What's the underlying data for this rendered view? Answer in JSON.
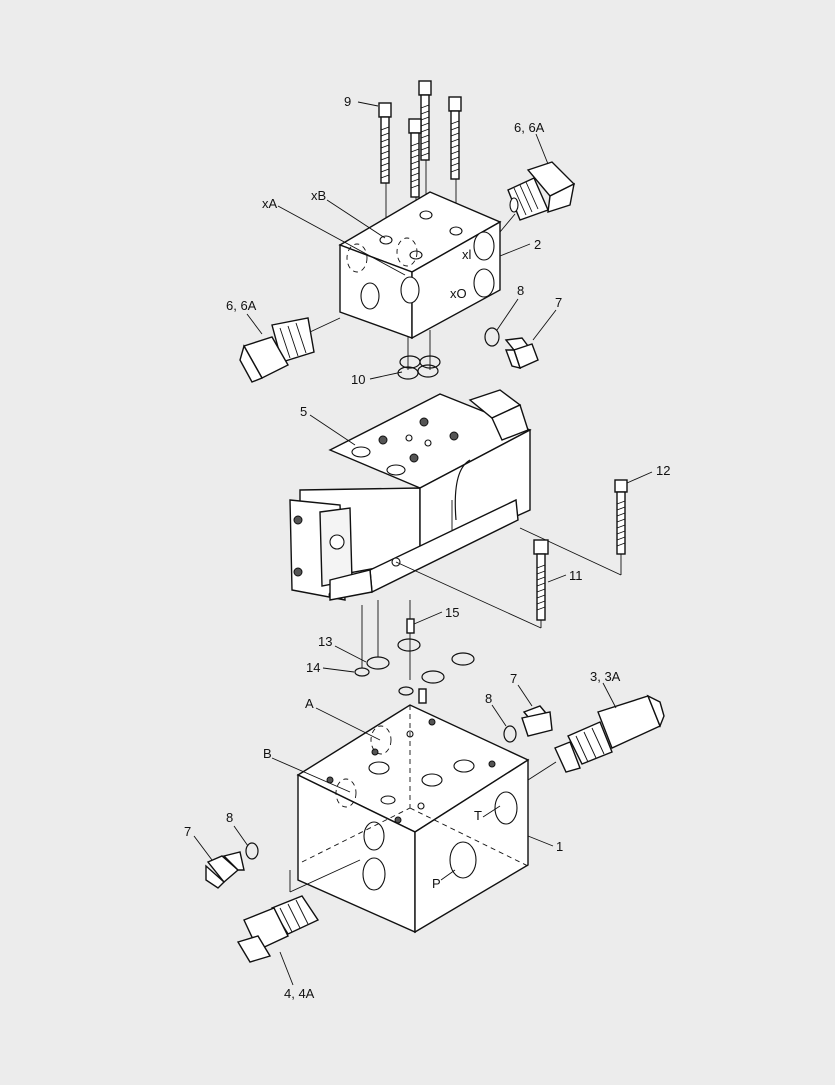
{
  "labels": {
    "l9": "9",
    "l6a_top": "6, 6A",
    "l_xA": "xA",
    "l_xB": "xB",
    "l2": "2",
    "l_xl": "xl",
    "l_xO": "xO",
    "l6a_left": "6, 6A",
    "l8_top": "8",
    "l7_top": "7",
    "l10": "10",
    "l5": "5",
    "l12": "12",
    "l11": "11",
    "l15": "15",
    "l13": "13",
    "l14": "14",
    "l7_mid": "7",
    "l3": "3, 3A",
    "l8_mid": "8",
    "l_A": "A",
    "l_B": "B",
    "l_T": "T",
    "l1": "1",
    "l8_left": "8",
    "l7_left": "7",
    "l_P": "P",
    "l4": "4, 4A"
  }
}
